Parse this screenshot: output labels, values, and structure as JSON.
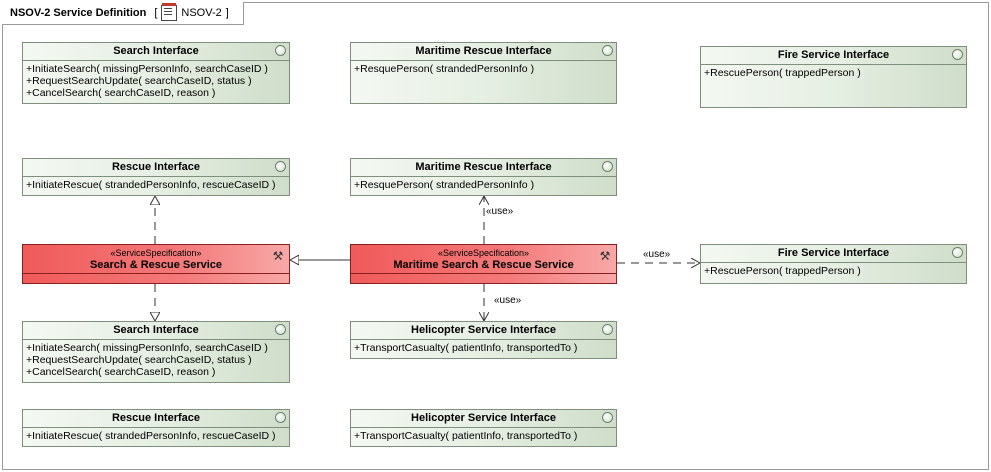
{
  "diagram": {
    "title": "NSOV-2 Service Definition",
    "ref_bracket_open": "[",
    "ref_name": "NSOV-2",
    "ref_bracket_close": "]"
  },
  "classes": {
    "search_top": {
      "title": "Search Interface",
      "ops": [
        "+InitiateSearch( missingPersonInfo, searchCaseID )",
        "+RequestSearchUpdate( searchCaseID, status )",
        "+CancelSearch( searchCaseID, reason )"
      ]
    },
    "maritime_top": {
      "title": "Maritime Rescue Interface",
      "ops": [
        "+ResquePerson( strandedPersonInfo )"
      ]
    },
    "fire_top": {
      "title": "Fire Service Interface",
      "ops": [
        "+RescuePerson( trappedPerson )"
      ]
    },
    "rescue_mid": {
      "title": "Rescue Interface",
      "ops": [
        "+InitiateRescue( strandedPersonInfo, rescueCaseID )"
      ]
    },
    "maritime_mid": {
      "title": "Maritime Rescue Interface",
      "ops": [
        "+ResquePerson( strandedPersonInfo )"
      ]
    },
    "fire_mid": {
      "title": "Fire Service Interface",
      "ops": [
        "+RescuePerson( trappedPerson )"
      ]
    },
    "search_low": {
      "title": "Search Interface",
      "ops": [
        "+InitiateSearch( missingPersonInfo, searchCaseID )",
        "+RequestSearchUpdate( searchCaseID, status )",
        "+CancelSearch( searchCaseID, reason )"
      ]
    },
    "heli_mid": {
      "title": "Helicopter Service Interface",
      "ops": [
        "+TransportCasualty( patientInfo, transportedTo )"
      ]
    },
    "rescue_bot": {
      "title": "Rescue Interface",
      "ops": [
        "+InitiateRescue( strandedPersonInfo, rescueCaseID )"
      ]
    },
    "heli_bot": {
      "title": "Helicopter Service Interface",
      "ops": [
        "+TransportCasualty( patientInfo, transportedTo )"
      ]
    }
  },
  "services": {
    "sar": {
      "stereotype": "«ServiceSpecification»",
      "name": "Search & Rescue Service"
    },
    "msar": {
      "stereotype": "«ServiceSpecification»",
      "name": "Maritime Search & Rescue Service"
    }
  },
  "edge_labels": {
    "use_up": "«use»",
    "use_right": "«use»",
    "use_down": "«use»"
  }
}
